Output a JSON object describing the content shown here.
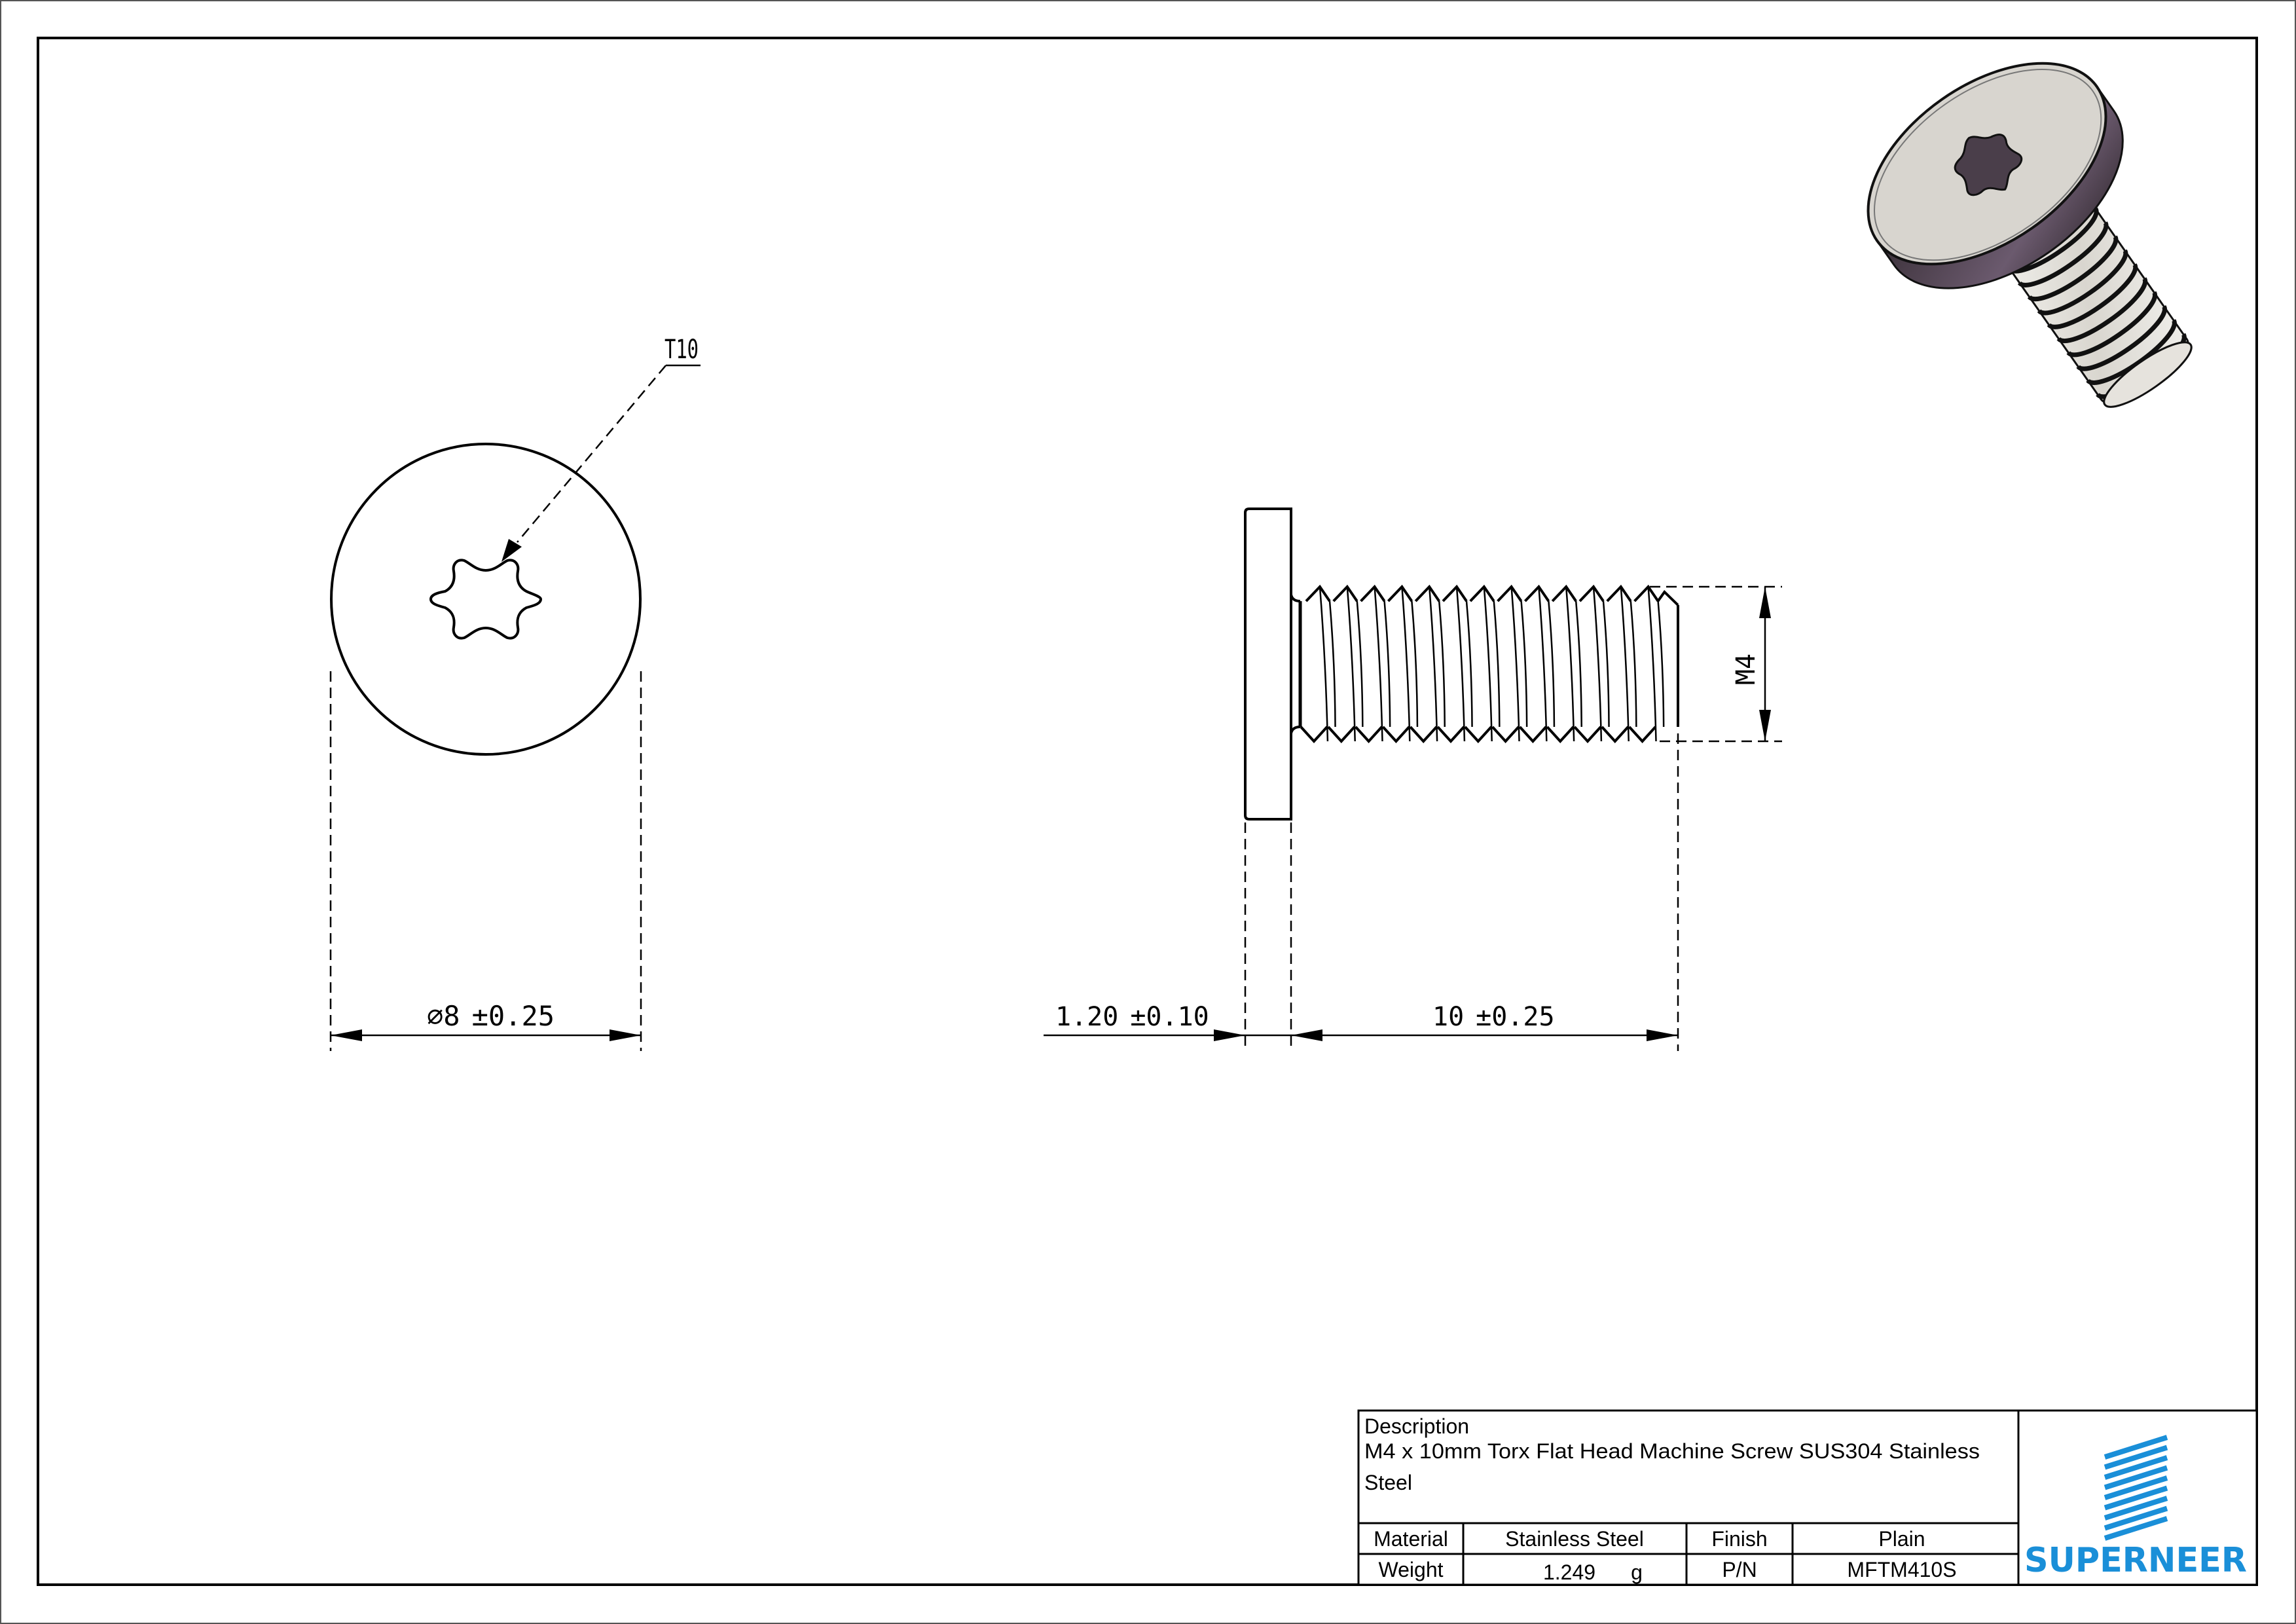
{
  "drawing": {
    "front_view": {
      "callout_label": "T10",
      "diameter_symbol": "⌀",
      "diameter_value": "8",
      "diameter_tolerance": "±0.25"
    },
    "side_view": {
      "head_thickness_value": "1.20",
      "head_thickness_tolerance": "±0.10",
      "length_value": "10",
      "length_tolerance": "±0.25",
      "thread_label": "M4"
    },
    "isometric_view": {
      "face_color": "#d8d5cf",
      "side_color": "#5a4c5a",
      "thread_color": "#e2e0da"
    }
  },
  "title_block": {
    "description_label": "Description",
    "description_line1": "M4 x 10mm Torx Flat Head Machine Screw SUS304 Stainless",
    "description_line2": "Steel",
    "material_label": "Material",
    "material_value": "Stainless Steel",
    "finish_label": "Finish",
    "finish_value": "Plain",
    "weight_label": "Weight",
    "weight_value": "1.249",
    "weight_unit": "g",
    "pn_label": "P/N",
    "pn_value": "MFTM410S",
    "logo_text": "SUPERNEER",
    "logo_color": "#1a8fd8"
  }
}
